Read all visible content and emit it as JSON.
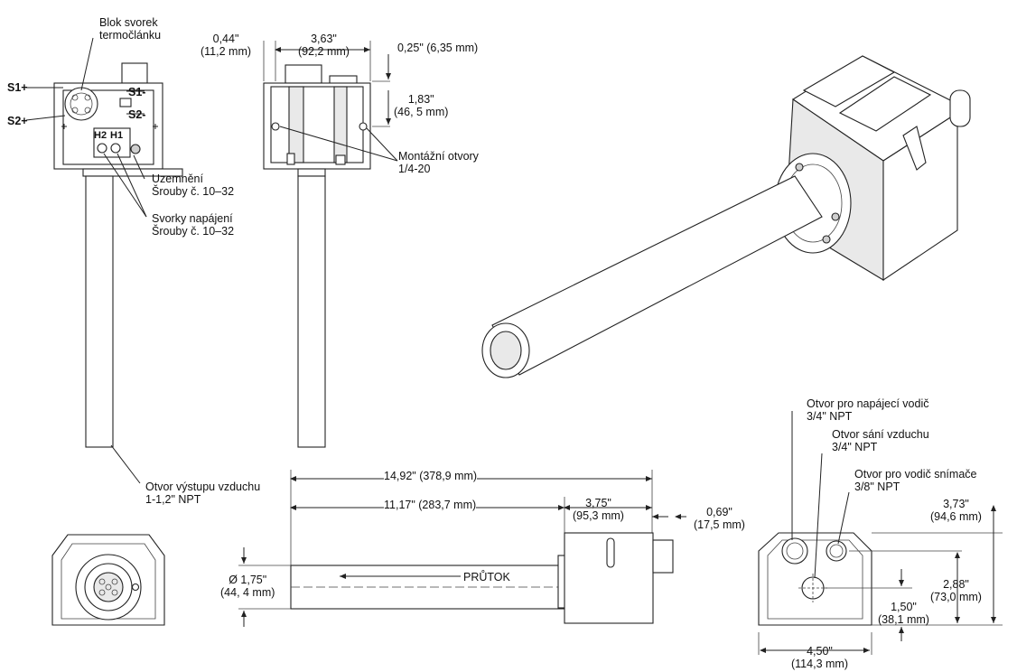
{
  "front_view": {
    "terminal_block_label": "Blok svorek\ntermočlánku",
    "s1_plus": "S1+",
    "s1_minus": "S1-",
    "s2_plus": "S2+",
    "s2_minus": "S2-",
    "h2": "H2",
    "h1": "H1",
    "ground_label": "Uzemnění\nŠrouby č. 10–32",
    "power_terminals_label": "Svorky napájení\nŠrouby č. 10–32",
    "air_outlet_label": "Otvor výstupu vzduchu\n1-1,2\" NPT"
  },
  "side_view": {
    "dim_044": "0,44\"\n(11,2 mm)",
    "dim_363": "3,63\"\n(92,2 mm)",
    "dim_025": "0,25\" (6,35 mm)",
    "dim_183": "1,83\"\n(46, 5 mm)",
    "mounting_holes_label": "Montážní otvory\n1/4-20"
  },
  "bottom_view": {
    "dim_1492": "14,92\" (378,9 mm)",
    "dim_1117": "11,17\" (283,7 mm)",
    "dim_375": "3,75\"\n(95,3 mm)",
    "dim_069": "0,69\"\n(17,5 mm)",
    "dim_175": "Ø 1,75\"\n(44, 4 mm)",
    "flow_label": "PRŮTOK"
  },
  "end_view": {
    "power_port_label": "Otvor pro napájecí vodič\n3/4\" NPT",
    "air_intake_label": "Otvor sání vzduchu\n3/4\" NPT",
    "sensor_port_label": "Otvor pro vodič snímače\n3/8\" NPT",
    "dim_373": "3,73\"\n(94,6 mm)",
    "dim_288": "2,88\"\n(73,0 mm)",
    "dim_150": "1,50\"\n(38,1 mm)",
    "dim_450": "4,50\"\n(114,3 mm)"
  }
}
